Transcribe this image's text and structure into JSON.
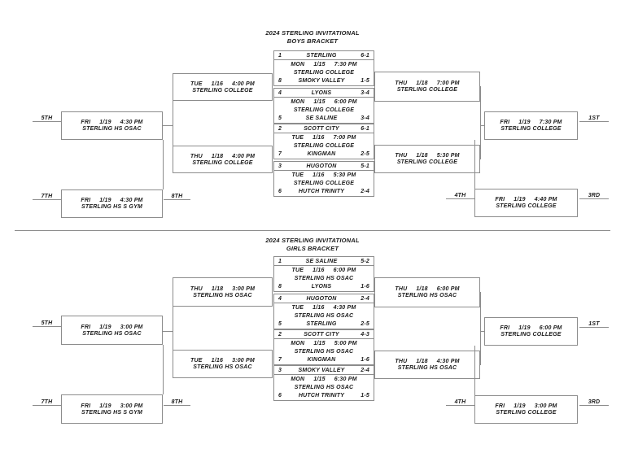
{
  "page": {
    "background": "#ffffff",
    "line_color": "#8c8c8c",
    "text_color": "#1a1a1a"
  },
  "brackets": [
    {
      "title_line1": "2024 STERLING INVITATIONAL",
      "title_line2": "BOYS BRACKET",
      "games": [
        {
          "seed_top": "1",
          "team_top": "STERLING",
          "rec_top": "6-1",
          "day": "MON",
          "date": "1/15",
          "time": "7:30 PM",
          "venue": "STERLING COLLEGE",
          "seed_bot": "8",
          "team_bot": "SMOKY VALLEY",
          "rec_bot": "1-5"
        },
        {
          "seed_top": "4",
          "team_top": "LYONS",
          "rec_top": "3-4",
          "day": "MON",
          "date": "1/15",
          "time": "6:00 PM",
          "venue": "STERLING COLLEGE",
          "seed_bot": "5",
          "team_bot": "SE SALINE",
          "rec_bot": "3-4"
        },
        {
          "seed_top": "2",
          "team_top": "SCOTT CITY",
          "rec_top": "6-1",
          "day": "TUE",
          "date": "1/16",
          "time": "7:00 PM",
          "venue": "STERLING COLLEGE",
          "seed_bot": "7",
          "team_bot": "KINGMAN",
          "rec_bot": "2-5"
        },
        {
          "seed_top": "3",
          "team_top": "HUGOTON",
          "rec_top": "5-1",
          "day": "TUE",
          "date": "1/16",
          "time": "5:30 PM",
          "venue": "STERLING COLLEGE",
          "seed_bot": "6",
          "team_bot": "HUTCH TRINITY",
          "rec_bot": "2-4"
        }
      ],
      "consolation_semis": [
        {
          "day": "TUE",
          "date": "1/16",
          "time": "4:00 PM",
          "venue": "STERLING COLLEGE"
        },
        {
          "day": "THU",
          "date": "1/18",
          "time": "4:00 PM",
          "venue": "STERLING COLLEGE"
        }
      ],
      "championship_semis": [
        {
          "day": "THU",
          "date": "1/18",
          "time": "7:00 PM",
          "venue": "STERLING COLLEGE"
        },
        {
          "day": "THU",
          "date": "1/18",
          "time": "5:30 PM",
          "venue": "STERLING COLLEGE"
        }
      ],
      "fifth_place": {
        "label": "5TH",
        "day": "FRI",
        "date": "1/19",
        "time": "4:30 PM",
        "venue": "STERLING HS OSAC"
      },
      "seventh_place": {
        "label_left": "7TH",
        "label_right": "8TH",
        "day": "FRI",
        "date": "1/19",
        "time": "4:30 PM",
        "venue": "STERLING HS S GYM"
      },
      "championship": {
        "label": "1ST",
        "day": "FRI",
        "date": "1/19",
        "time": "7:30 PM",
        "venue": "STERLING COLLEGE"
      },
      "third_place": {
        "label_left": "4TH",
        "label_right": "3RD",
        "day": "FRI",
        "date": "1/19",
        "time": "4:40 PM",
        "venue": "STERLING COLLEGE"
      }
    },
    {
      "title_line1": "2024 STERLING INVITATIONAL",
      "title_line2": "GIRLS BRACKET",
      "games": [
        {
          "seed_top": "1",
          "team_top": "SE SALINE",
          "rec_top": "5-2",
          "day": "TUE",
          "date": "1/16",
          "time": "6:00 PM",
          "venue": "STERLING HS OSAC",
          "seed_bot": "8",
          "team_bot": "LYONS",
          "rec_bot": "1-6"
        },
        {
          "seed_top": "4",
          "team_top": "HUGOTON",
          "rec_top": "2-4",
          "day": "TUE",
          "date": "1/16",
          "time": "4:30 PM",
          "venue": "STERLING HS OSAC",
          "seed_bot": "5",
          "team_bot": "STERLING",
          "rec_bot": "2-5"
        },
        {
          "seed_top": "2",
          "team_top": "SCOTT CITY",
          "rec_top": "4-3",
          "day": "MON",
          "date": "1/15",
          "time": "5:00 PM",
          "venue": "STERLING HS OSAC",
          "seed_bot": "7",
          "team_bot": "KINGMAN",
          "rec_bot": "1-6"
        },
        {
          "seed_top": "3",
          "team_top": "SMOKY VALLEY",
          "rec_top": "2-4",
          "day": "MON",
          "date": "1/15",
          "time": "6:30 PM",
          "venue": "STERLING HS OSAC",
          "seed_bot": "6",
          "team_bot": "HUTCH TRINITY",
          "rec_bot": "1-5"
        }
      ],
      "consolation_semis": [
        {
          "day": "THU",
          "date": "1/18",
          "time": "3:00 PM",
          "venue": "STERLING HS OSAC"
        },
        {
          "day": "TUE",
          "date": "1/16",
          "time": "3:00 PM",
          "venue": "STERLING HS OSAC"
        }
      ],
      "championship_semis": [
        {
          "day": "THU",
          "date": "1/18",
          "time": "6:00 PM",
          "venue": "STERLING HS OSAC"
        },
        {
          "day": "THU",
          "date": "1/18",
          "time": "4:30 PM",
          "venue": "STERLING HS OSAC"
        }
      ],
      "fifth_place": {
        "label": "5TH",
        "day": "FRI",
        "date": "1/19",
        "time": "3:00 PM",
        "venue": "STERLING HS OSAC"
      },
      "seventh_place": {
        "label_left": "7TH",
        "label_right": "8TH",
        "day": "FRI",
        "date": "1/19",
        "time": "3:00 PM",
        "venue": "STERLING HS S GYM"
      },
      "championship": {
        "label": "1ST",
        "day": "FRI",
        "date": "1/19",
        "time": "6:00 PM",
        "venue": "STERLING COLLEGE"
      },
      "third_place": {
        "label_left": "4TH",
        "label_right": "3RD",
        "day": "FRI",
        "date": "1/19",
        "time": "3:00 PM",
        "venue": "STERLING COLLEGE"
      }
    }
  ]
}
